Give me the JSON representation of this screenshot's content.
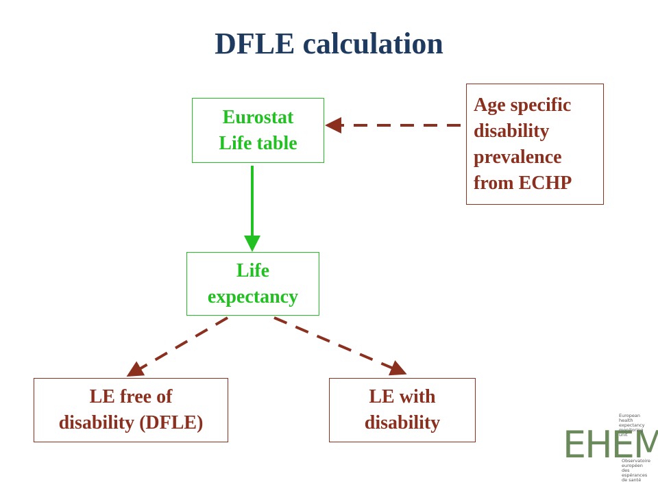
{
  "title": "DFLE calculation",
  "boxes": {
    "eurostat": {
      "lines": [
        "Eurostat",
        "Life table"
      ]
    },
    "age_specific": {
      "lines": [
        "Age specific",
        "disability",
        "prevalence",
        "from ECHP"
      ]
    },
    "life_expectancy": {
      "lines": [
        "Life",
        "expectancy"
      ]
    },
    "dfle": {
      "lines": [
        "LE free of",
        "disability (DFLE)"
      ]
    },
    "le_with": {
      "lines": [
        "LE with",
        "disability"
      ]
    }
  },
  "logo": {
    "name": "EHEMU",
    "top_lines": [
      "European",
      "health expectancy",
      "monitoring unit"
    ],
    "bottom_lines": [
      "Observatoire",
      "européen des",
      "espérances de santé"
    ]
  },
  "colors": {
    "title": "#1f3a5f",
    "green": "#22c022",
    "brown": "#8b2f1e",
    "logo": "#6b8a5c"
  }
}
